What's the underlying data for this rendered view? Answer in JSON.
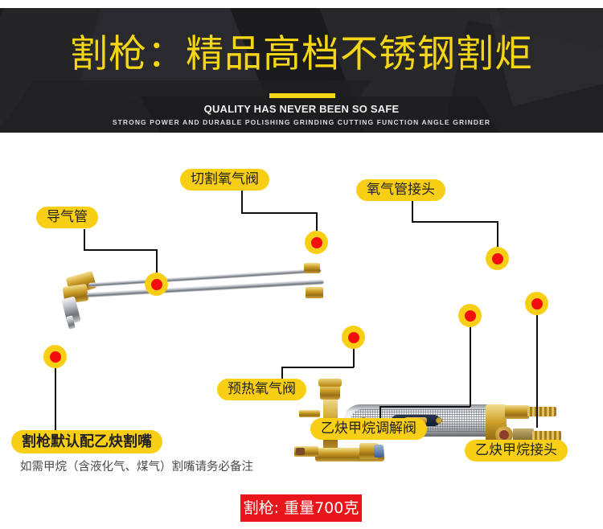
{
  "banner": {
    "title": "割枪：精品高档不锈钢割炬",
    "subtitle_en": "QUALITY HAS NEVER BEEN SO SAFE",
    "tagline_en": "STRONG POWER AND DURABLE POLISHING GRINDING CUTTING FUNCTION ANGLE GRINDER",
    "accent_color": "#f5d614",
    "background_color": "#1e1e20"
  },
  "diagram": {
    "pill_color": "#f9cf15",
    "marker_ring_color": "#f9cf15",
    "marker_dot_color": "#f40d0d",
    "leader_color": "#111114",
    "labels": [
      {
        "id": "gas-guide-tube",
        "text": "导气管"
      },
      {
        "id": "cutting-oxygen-valve",
        "text": "切割氧气阀"
      },
      {
        "id": "oxygen-hose-connector",
        "text": "氧气管接头"
      },
      {
        "id": "preheat-oxygen-valve",
        "text": "预热氧气阀"
      },
      {
        "id": "acetylene-methane-regulator-valve",
        "text": "乙炔甲烷调解阀"
      },
      {
        "id": "acetylene-methane-connector",
        "text": "乙炔甲烷接头"
      },
      {
        "id": "default-acetylene-nozzle",
        "text": "割枪默认配乙炔割嘴"
      }
    ],
    "note": "如需甲烷（含液化气、煤气）割嘴请务必备注"
  },
  "footer": {
    "weight_badge": "割枪: 重量700克",
    "badge_color": "#e8161a"
  }
}
